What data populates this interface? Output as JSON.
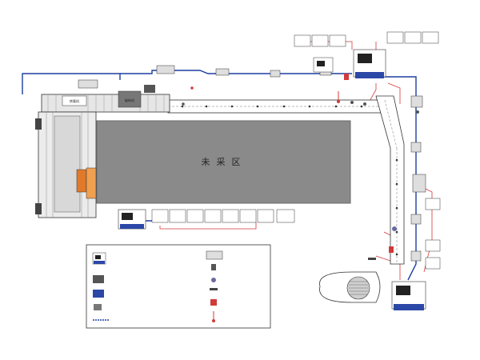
{
  "main_area_label": "未采区",
  "left_labels": {
    "conveyor_box": "转载机",
    "crusher_box": "破碎机",
    "side_label_a": "",
    "side_label_b": "",
    "bottom_device": ""
  },
  "top_labels": {
    "amp_phone": "",
    "pull_switch": ""
  },
  "right_labels": {
    "vertical_tag": ""
  },
  "panels": {
    "top_right": [
      "",
      "",
      "",
      "",
      "",
      ""
    ],
    "bottom_row": [
      "",
      "",
      "",
      "",
      "",
      "",
      ""
    ],
    "bottom_row_extra": "",
    "right_side": [
      "",
      "",
      ""
    ]
  },
  "legend": {
    "title": "",
    "items_left": [
      "",
      "",
      "",
      "",
      ""
    ],
    "items_right": [
      "",
      "",
      "",
      "",
      "",
      ""
    ]
  },
  "colors": {
    "cable_blue": "#1d3fa0",
    "cable_red": "#d23a3a",
    "area_gray": "#8a8a8a",
    "box_blue": "#2c48a6"
  }
}
